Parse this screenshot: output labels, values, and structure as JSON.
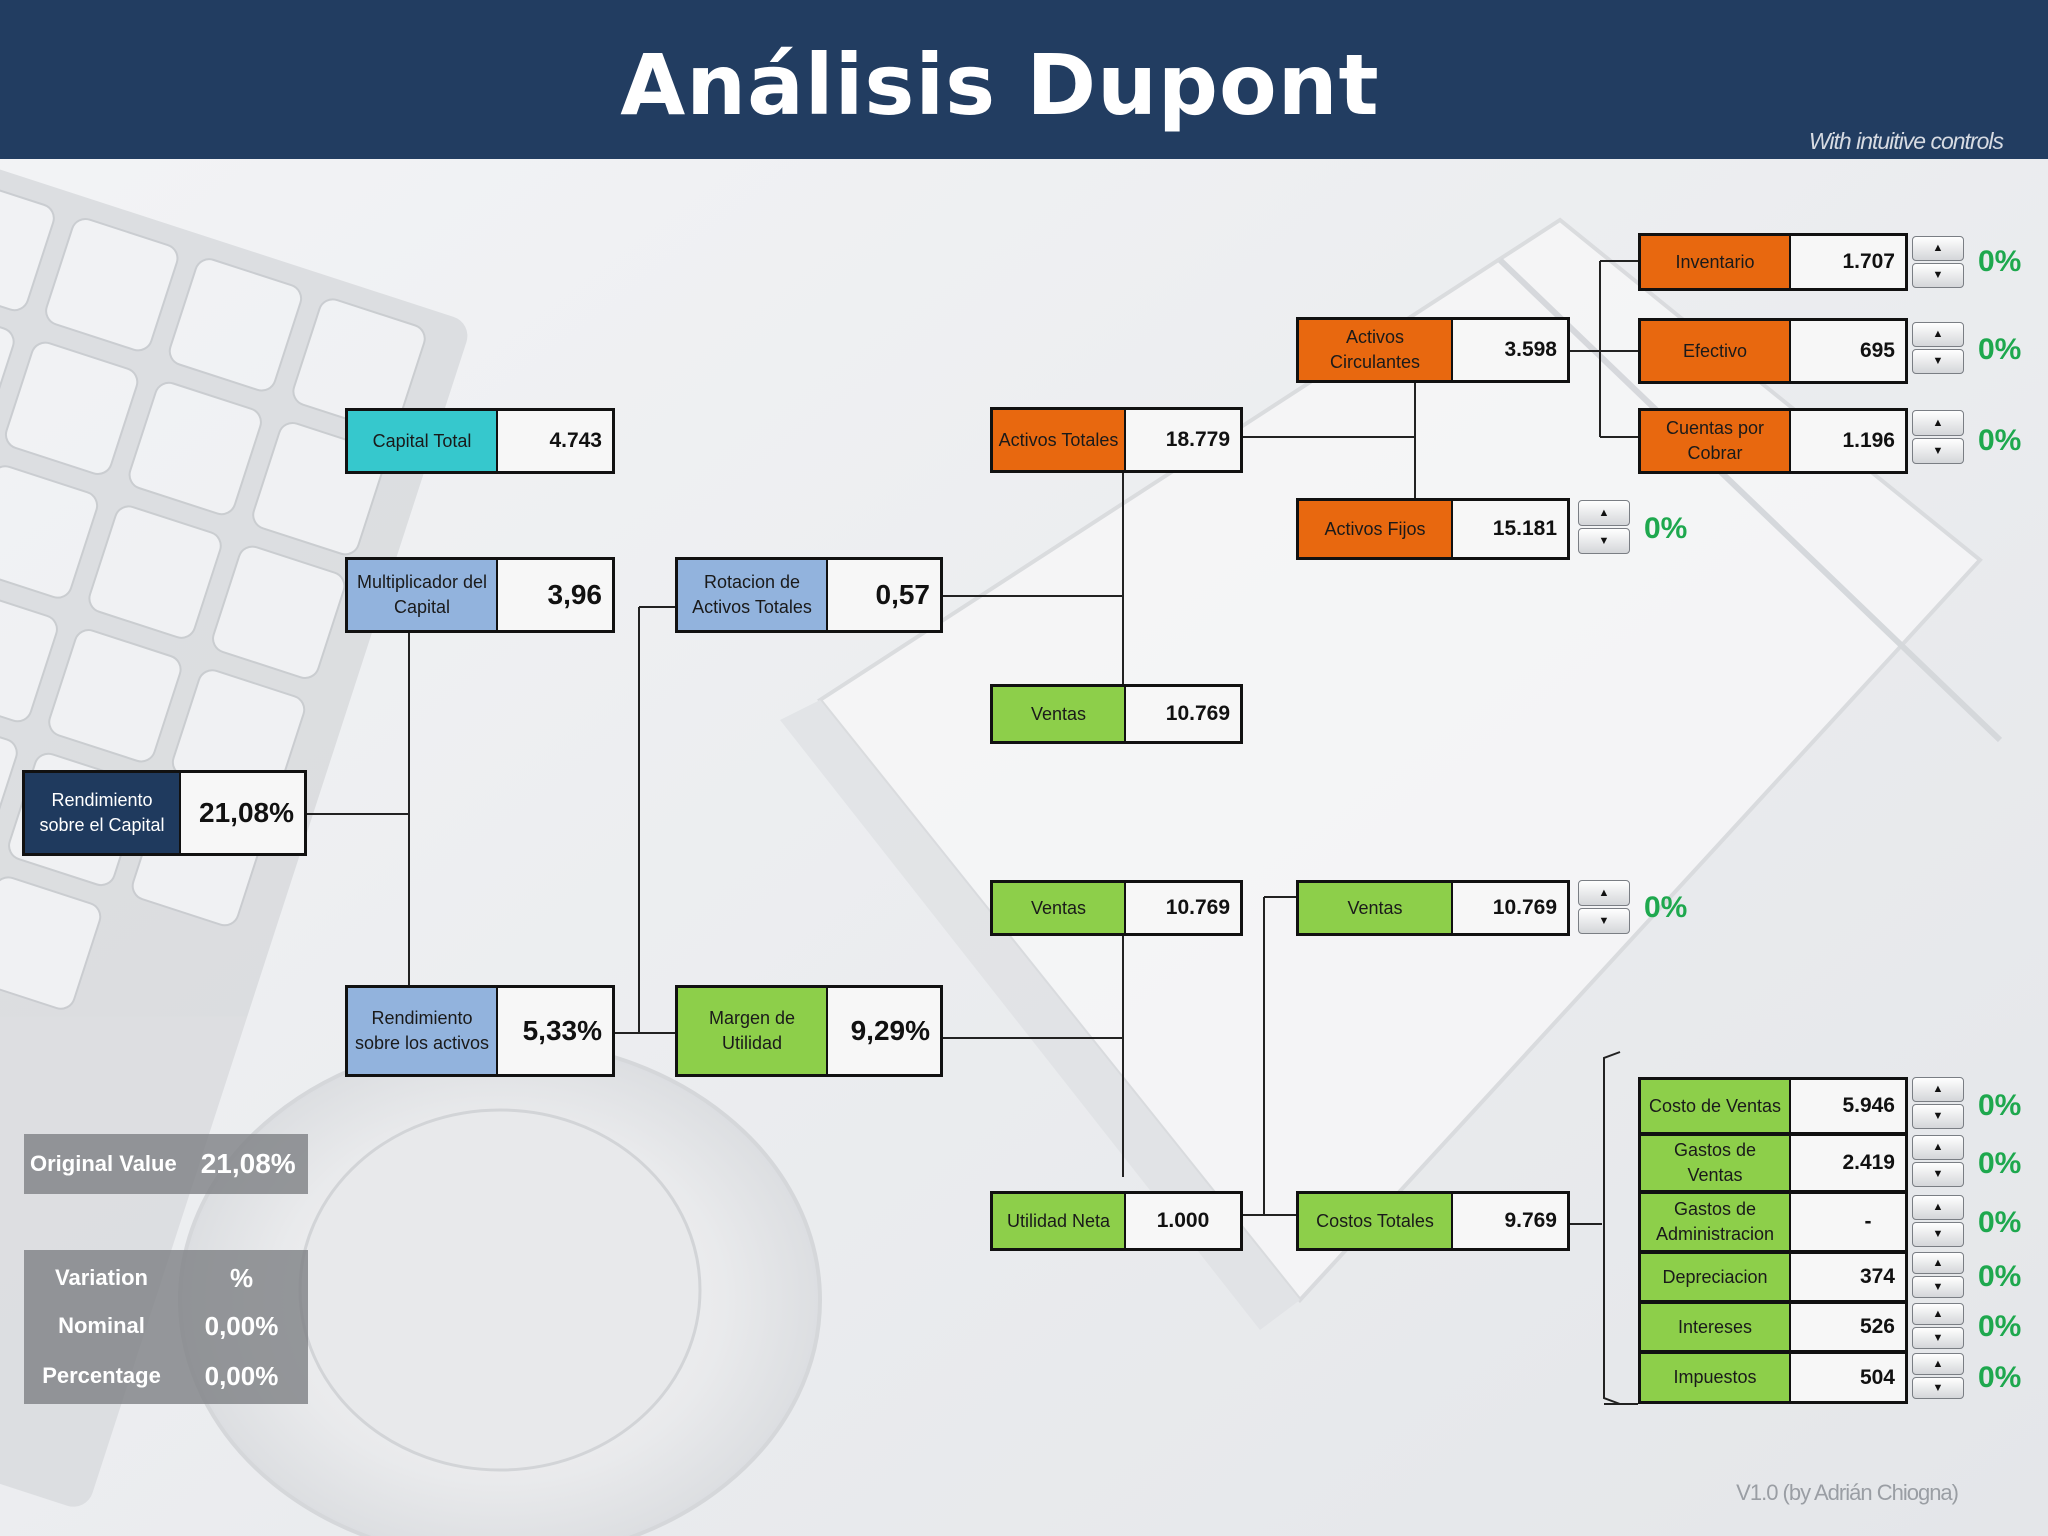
{
  "header": {
    "title": "Análisis Dupont",
    "subtitle": "With intuitive controls"
  },
  "footer": {
    "version": "V1.0  (by Adrián Chiogna)"
  },
  "colors": {
    "header": "#223d61",
    "orange": "#e8680f",
    "green": "#8dcf4a",
    "blue": "#92b3dd",
    "cyan": "#36c8cd",
    "navy": "#1f3a5e",
    "variation": "#1ea84e"
  },
  "nodes": {
    "roe": {
      "label": "Rendimiento sobre el Capital",
      "value": "21,08%"
    },
    "capital_total": {
      "label": "Capital Total",
      "value": "4.743"
    },
    "multiplicador": {
      "label": "Multiplicador del Capital",
      "value": "3,96"
    },
    "roa": {
      "label": "Rendimiento sobre los activos",
      "value": "5,33%"
    },
    "rotacion": {
      "label": "Rotacion de Activos Totales",
      "value": "0,57"
    },
    "margen": {
      "label": "Margen de Utilidad",
      "value": "9,29%"
    },
    "activos_totales": {
      "label": "Activos Totales",
      "value": "18.779"
    },
    "ventas_rot": {
      "label": "Ventas",
      "value": "10.769"
    },
    "ventas_mar": {
      "label": "Ventas",
      "value": "10.769"
    },
    "utilidad_neta": {
      "label": "Utilidad Neta",
      "value": "1.000"
    },
    "activos_circulantes": {
      "label": "Activos Circulantes",
      "value": "3.598"
    },
    "activos_fijos": {
      "label": "Activos Fijos",
      "value": "15.181",
      "variation": "0%"
    },
    "ventas_input": {
      "label": "Ventas",
      "value": "10.769",
      "variation": "0%"
    },
    "costos_totales": {
      "label": "Costos Totales",
      "value": "9.769"
    },
    "inventario": {
      "label": "Inventario",
      "value": "1.707",
      "variation": "0%"
    },
    "efectivo": {
      "label": "Efectivo",
      "value": "695",
      "variation": "0%"
    },
    "cuentas_cobrar": {
      "label": "Cuentas por Cobrar",
      "value": "1.196",
      "variation": "0%"
    },
    "costo_ventas": {
      "label": "Costo de Ventas",
      "value": "5.946",
      "variation": "0%"
    },
    "gastos_ventas": {
      "label": "Gastos de Ventas",
      "value": "2.419",
      "variation": "0%"
    },
    "gastos_admin": {
      "label": "Gastos de Administracion",
      "value": "-",
      "variation": "0%"
    },
    "depreciacion": {
      "label": "Depreciacion",
      "value": "374",
      "variation": "0%"
    },
    "intereses": {
      "label": "Intereses",
      "value": "526",
      "variation": "0%"
    },
    "impuestos": {
      "label": "Impuestos",
      "value": "504",
      "variation": "0%"
    }
  },
  "original": {
    "label": "Original Value",
    "value": "21,08%"
  },
  "variation_panel": {
    "header_label": "Variation",
    "header_unit": "%",
    "nominal_label": "Nominal",
    "nominal_value": "0,00%",
    "percentage_label": "Percentage",
    "percentage_value": "0,00%"
  },
  "spinner": {
    "up": "▲",
    "down": "▼"
  }
}
